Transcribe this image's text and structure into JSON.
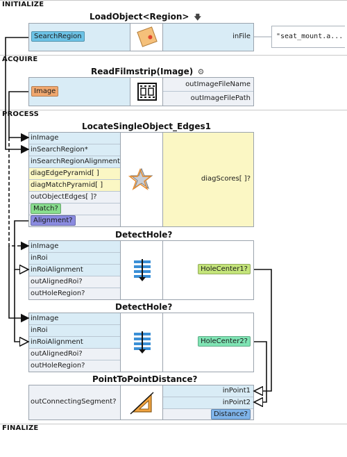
{
  "sections": {
    "initialize": "INITIALIZE",
    "acquire": "ACQUIRE",
    "process": "PROCESS",
    "finalize": "FINALIZE"
  },
  "load_object": {
    "title": "LoadObject<Region>",
    "title_icon": "down-arrow-icon",
    "input": "SearchRegion",
    "output": "inFile",
    "value": "\"seat_mount.a..."
  },
  "read_filmstrip": {
    "title": "ReadFilmstrip(Image)",
    "title_icon": "gear-icon",
    "input": "Image",
    "outputs": [
      "outImageFileName",
      "outImageFilePath"
    ]
  },
  "locate": {
    "title": "LocateSingleObject_Edges1",
    "inputs": [
      "inImage",
      "inSearchRegion*",
      "inSearchRegionAlignment*",
      "diagEdgePyramid[ ]",
      "diagMatchPyramid[ ]",
      "outObjectEdges[ ]?",
      "Match?",
      "Alignment?"
    ],
    "diag_output": "diagScores[ ]?"
  },
  "detect_hole_1": {
    "title": "DetectHole?",
    "inputs": [
      "inImage",
      "inRoi",
      "inRoiAlignment",
      "outAlignedRoi?",
      "outHoleRegion?"
    ],
    "output": "HoleCenter1?"
  },
  "detect_hole_2": {
    "title": "DetectHole?",
    "inputs": [
      "inImage",
      "inRoi",
      "inRoiAlignment",
      "outAlignedRoi?",
      "outHoleRegion?"
    ],
    "output": "HoleCenter2?"
  },
  "point_distance": {
    "title": "PointToPointDistance?",
    "left": "outConnectingSegment?",
    "inputs": [
      "inPoint1",
      "inPoint2"
    ],
    "output": "Distance?"
  },
  "colors": {
    "port_blue": "#d9ecf6",
    "port_yellow": "#fbf7c4",
    "wire": "#111111"
  }
}
